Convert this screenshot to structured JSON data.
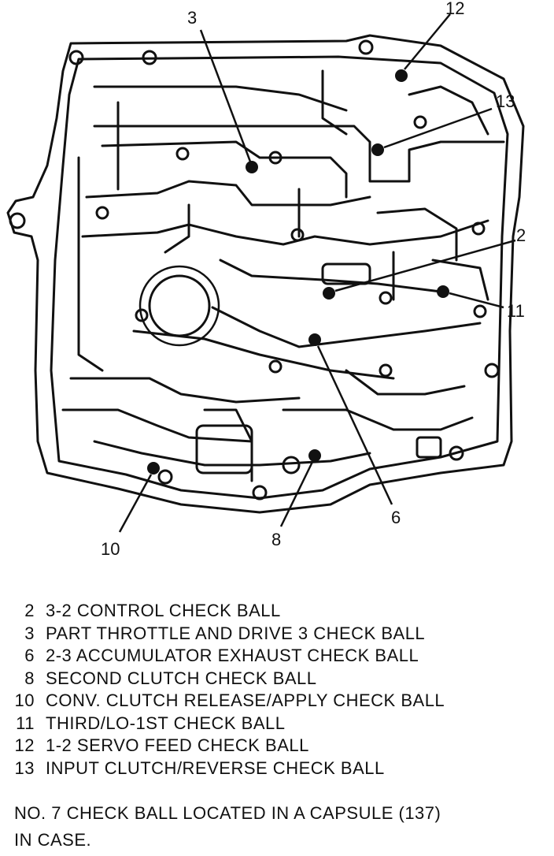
{
  "callouts": [
    {
      "id": "3",
      "label": "3"
    },
    {
      "id": "12",
      "label": "12"
    },
    {
      "id": "13",
      "label": "13"
    },
    {
      "id": "2",
      "label": "2"
    },
    {
      "id": "11",
      "label": "11"
    },
    {
      "id": "6",
      "label": "6"
    },
    {
      "id": "8",
      "label": "8"
    },
    {
      "id": "10",
      "label": "10"
    }
  ],
  "legend": [
    {
      "num": "2",
      "text": "3-2 CONTROL CHECK BALL"
    },
    {
      "num": "3",
      "text": "PART THROTTLE AND DRIVE 3 CHECK BALL"
    },
    {
      "num": "6",
      "text": "2-3 ACCUMULATOR EXHAUST CHECK BALL"
    },
    {
      "num": "8",
      "text": "SECOND CLUTCH CHECK BALL"
    },
    {
      "num": "10",
      "text": "CONV. CLUTCH RELEASE/APPLY CHECK BALL"
    },
    {
      "num": "11",
      "text": "THIRD/LO-1ST CHECK BALL"
    },
    {
      "num": "12",
      "text": "1-2 SERVO FEED CHECK BALL"
    },
    {
      "num": "13",
      "text": "INPUT CLUTCH/REVERSE CHECK BALL"
    }
  ],
  "note": {
    "line1": "NO. 7 CHECK BALL LOCATED IN A CAPSULE (137)",
    "line2": "IN CASE."
  }
}
